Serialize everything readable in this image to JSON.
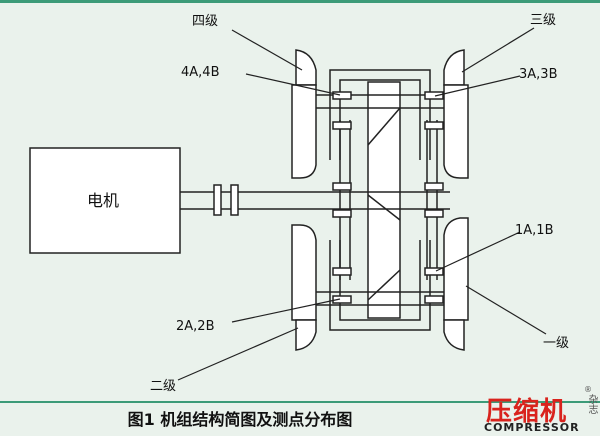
{
  "caption": "图1  机组结构简图及测点分布图",
  "motor_label": "电机",
  "labels": {
    "stage1": "一级",
    "stage2": "二级",
    "stage3": "三级",
    "stage4": "四级",
    "points_1": "1A,1B",
    "points_2": "2A,2B",
    "points_3": "3A,3B",
    "points_4": "4A,4B"
  },
  "logo": {
    "main": "压缩机",
    "side": "杂志",
    "reg": "®",
    "sub": "COMPRESSOR"
  },
  "colors": {
    "background": "#eaf2ec",
    "rule": "#3c9b78",
    "logo_red": "#d9231d"
  }
}
